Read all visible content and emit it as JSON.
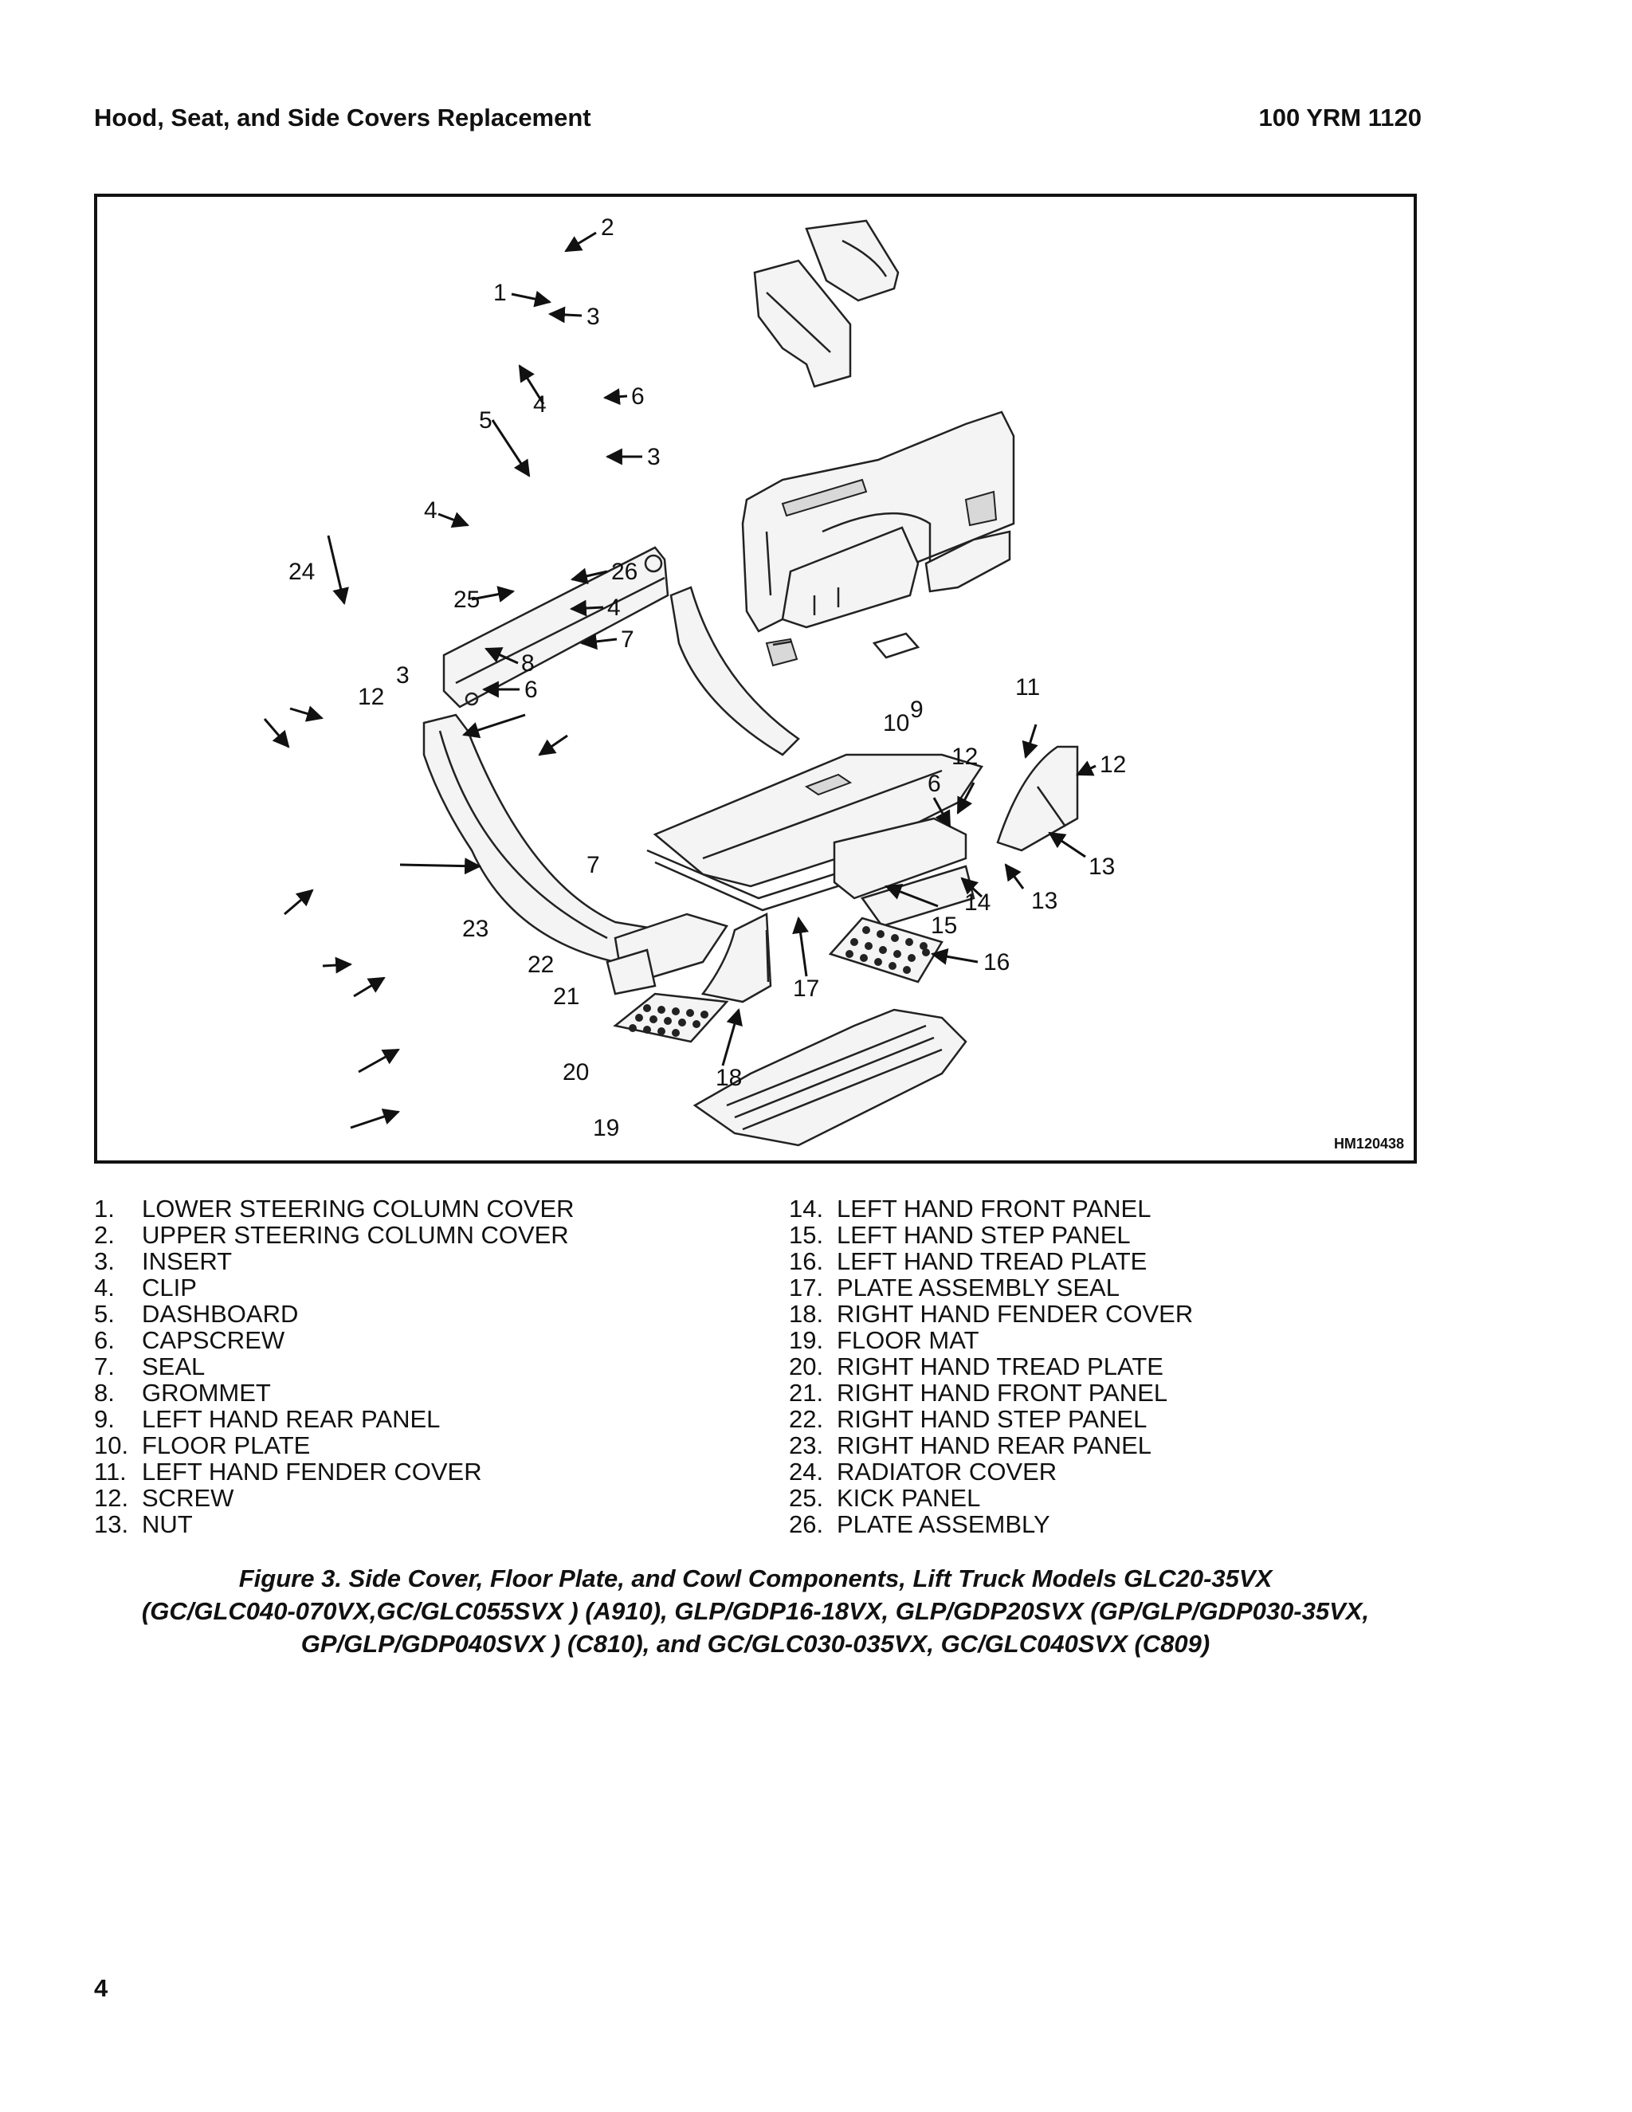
{
  "header": {
    "title": "Hood, Seat, and Side Covers Replacement",
    "doc_code": "100 YRM 1120"
  },
  "figure": {
    "drawing_id": "HM120438",
    "callouts": [
      "1",
      "2",
      "3",
      "4",
      "5",
      "6",
      "3",
      "4",
      "24",
      "26",
      "25",
      "4",
      "7",
      "8",
      "3",
      "12",
      "6",
      "11",
      "9",
      "10",
      "12",
      "12",
      "6",
      "13",
      "7",
      "14",
      "13",
      "23",
      "15",
      "16",
      "22",
      "17",
      "21",
      "20",
      "18",
      "19"
    ]
  },
  "legend": {
    "left": [
      {
        "num": "1.",
        "label": "LOWER STEERING COLUMN COVER"
      },
      {
        "num": "2.",
        "label": "UPPER STEERING COLUMN COVER"
      },
      {
        "num": "3.",
        "label": "INSERT"
      },
      {
        "num": "4.",
        "label": "CLIP"
      },
      {
        "num": "5.",
        "label": "DASHBOARD"
      },
      {
        "num": "6.",
        "label": "CAPSCREW"
      },
      {
        "num": "7.",
        "label": "SEAL"
      },
      {
        "num": "8.",
        "label": "GROMMET"
      },
      {
        "num": "9.",
        "label": "LEFT HAND REAR PANEL"
      },
      {
        "num": "10.",
        "label": "FLOOR PLATE"
      },
      {
        "num": "11.",
        "label": "LEFT HAND FENDER COVER"
      },
      {
        "num": "12.",
        "label": "SCREW"
      },
      {
        "num": "13.",
        "label": "NUT"
      }
    ],
    "right": [
      {
        "num": "14.",
        "label": "LEFT HAND FRONT PANEL"
      },
      {
        "num": "15.",
        "label": "LEFT HAND STEP PANEL"
      },
      {
        "num": "16.",
        "label": "LEFT HAND TREAD PLATE"
      },
      {
        "num": "17.",
        "label": "PLATE ASSEMBLY SEAL"
      },
      {
        "num": "18.",
        "label": "RIGHT HAND FENDER COVER"
      },
      {
        "num": "19.",
        "label": "FLOOR MAT"
      },
      {
        "num": "20.",
        "label": "RIGHT HAND TREAD PLATE"
      },
      {
        "num": "21.",
        "label": "RIGHT HAND FRONT PANEL"
      },
      {
        "num": "22.",
        "label": "RIGHT HAND STEP PANEL"
      },
      {
        "num": "23.",
        "label": "RIGHT HAND REAR PANEL"
      },
      {
        "num": "24.",
        "label": "RADIATOR COVER"
      },
      {
        "num": "25.",
        "label": "KICK PANEL"
      },
      {
        "num": "26.",
        "label": "PLATE ASSEMBLY"
      }
    ]
  },
  "caption": {
    "line1": "Figure 3.  Side Cover, Floor Plate, and Cowl Components, Lift Truck Models GLC20-35VX",
    "line2": "(GC/GLC040-070VX,GC/GLC055SVX ) (A910), GLP/GDP16-18VX, GLP/GDP20SVX (GP/GLP/GDP030-35VX,",
    "line3": "GP/GLP/GDP040SVX ) (C810), and GC/GLC030-035VX, GC/GLC040SVX (C809)"
  },
  "page_number": "4"
}
